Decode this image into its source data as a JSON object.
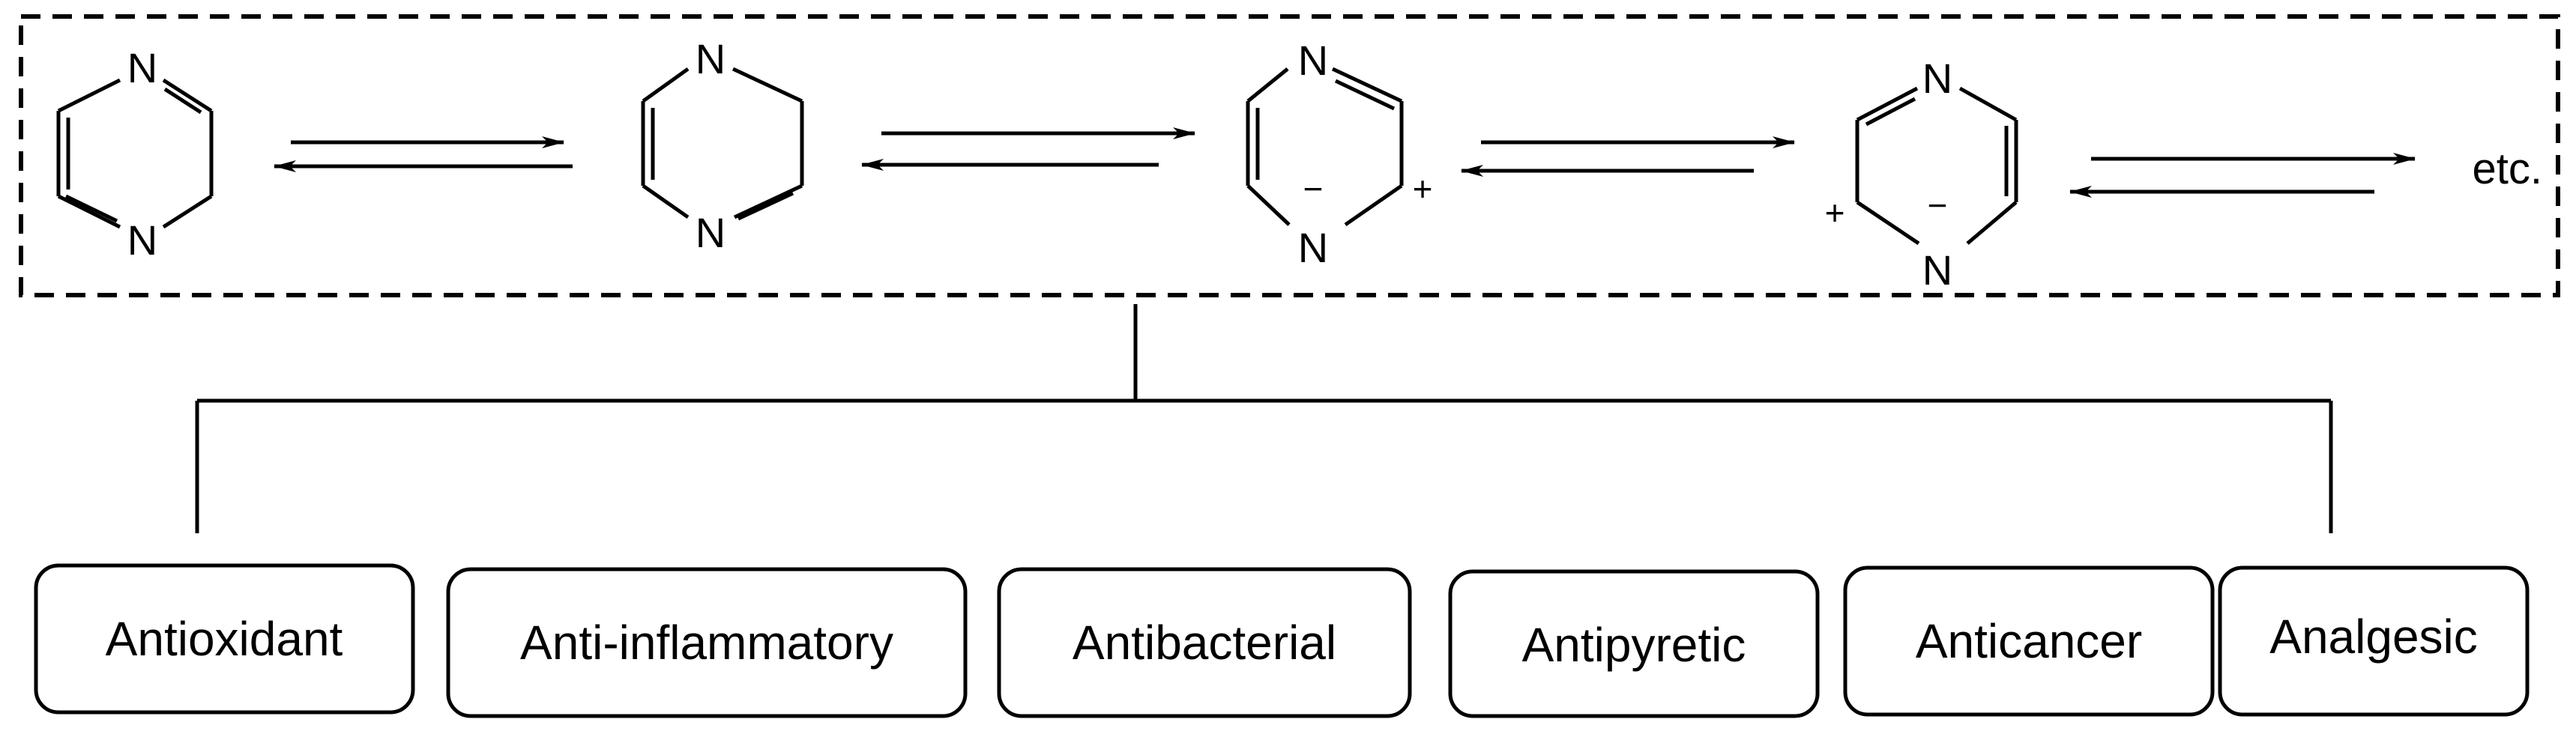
{
  "diagram": {
    "resonance_structures": [
      {
        "atoms": [
          "N",
          "N"
        ],
        "charges": []
      },
      {
        "atoms": [
          "N",
          "N"
        ],
        "charges": []
      },
      {
        "atoms": [
          "N",
          "N"
        ],
        "charges": [
          "−",
          "+"
        ]
      },
      {
        "atoms": [
          "N",
          "N"
        ],
        "charges": [
          "+",
          "−"
        ]
      }
    ],
    "continuation_label": "etc.",
    "activities": [
      "Antioxidant",
      "Anti-inflammatory",
      "Antibacterial",
      "Antipyretic",
      "Anticancer",
      "Analgesic"
    ]
  }
}
